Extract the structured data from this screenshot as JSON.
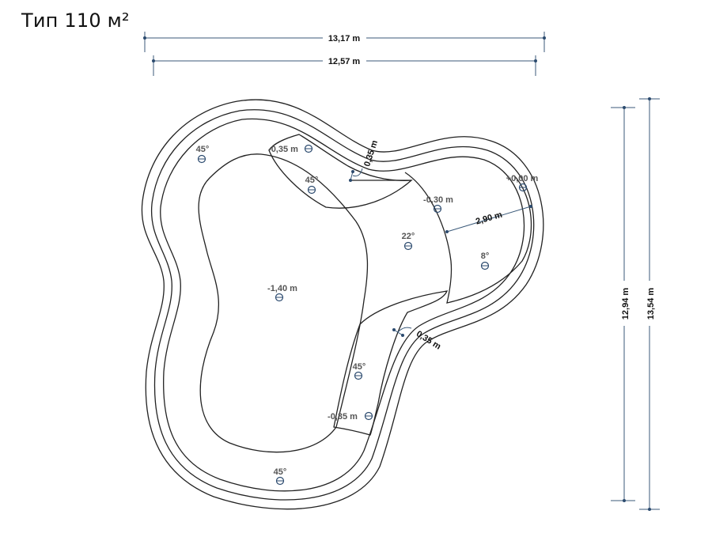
{
  "title": "Тип 110 м²",
  "dimensions": {
    "outer_width": "13,17 m",
    "inner_width": "12,57 m",
    "outer_height": "13,54 m",
    "inner_height": "12,94 m",
    "width_290": "2,90 m",
    "step_upper": "0,35 m",
    "step_lower": "0,35 m"
  },
  "markers": [
    {
      "id": "m-45-topleft",
      "label": "45°"
    },
    {
      "id": "m-neg035-top",
      "label": "-0,35 m"
    },
    {
      "id": "m-45-upper",
      "label": "45°"
    },
    {
      "id": "m-neg030",
      "label": "-0,30 m"
    },
    {
      "id": "m-pos000",
      "label": "+0,00 m"
    },
    {
      "id": "m-22",
      "label": "22°"
    },
    {
      "id": "m-8",
      "label": "8°"
    },
    {
      "id": "m-neg140",
      "label": "-1,40 m"
    },
    {
      "id": "m-45-lower",
      "label": "45°"
    },
    {
      "id": "m-neg035-bottom",
      "label": "-0,35 m"
    },
    {
      "id": "m-45-bottom",
      "label": "45°"
    }
  ]
}
